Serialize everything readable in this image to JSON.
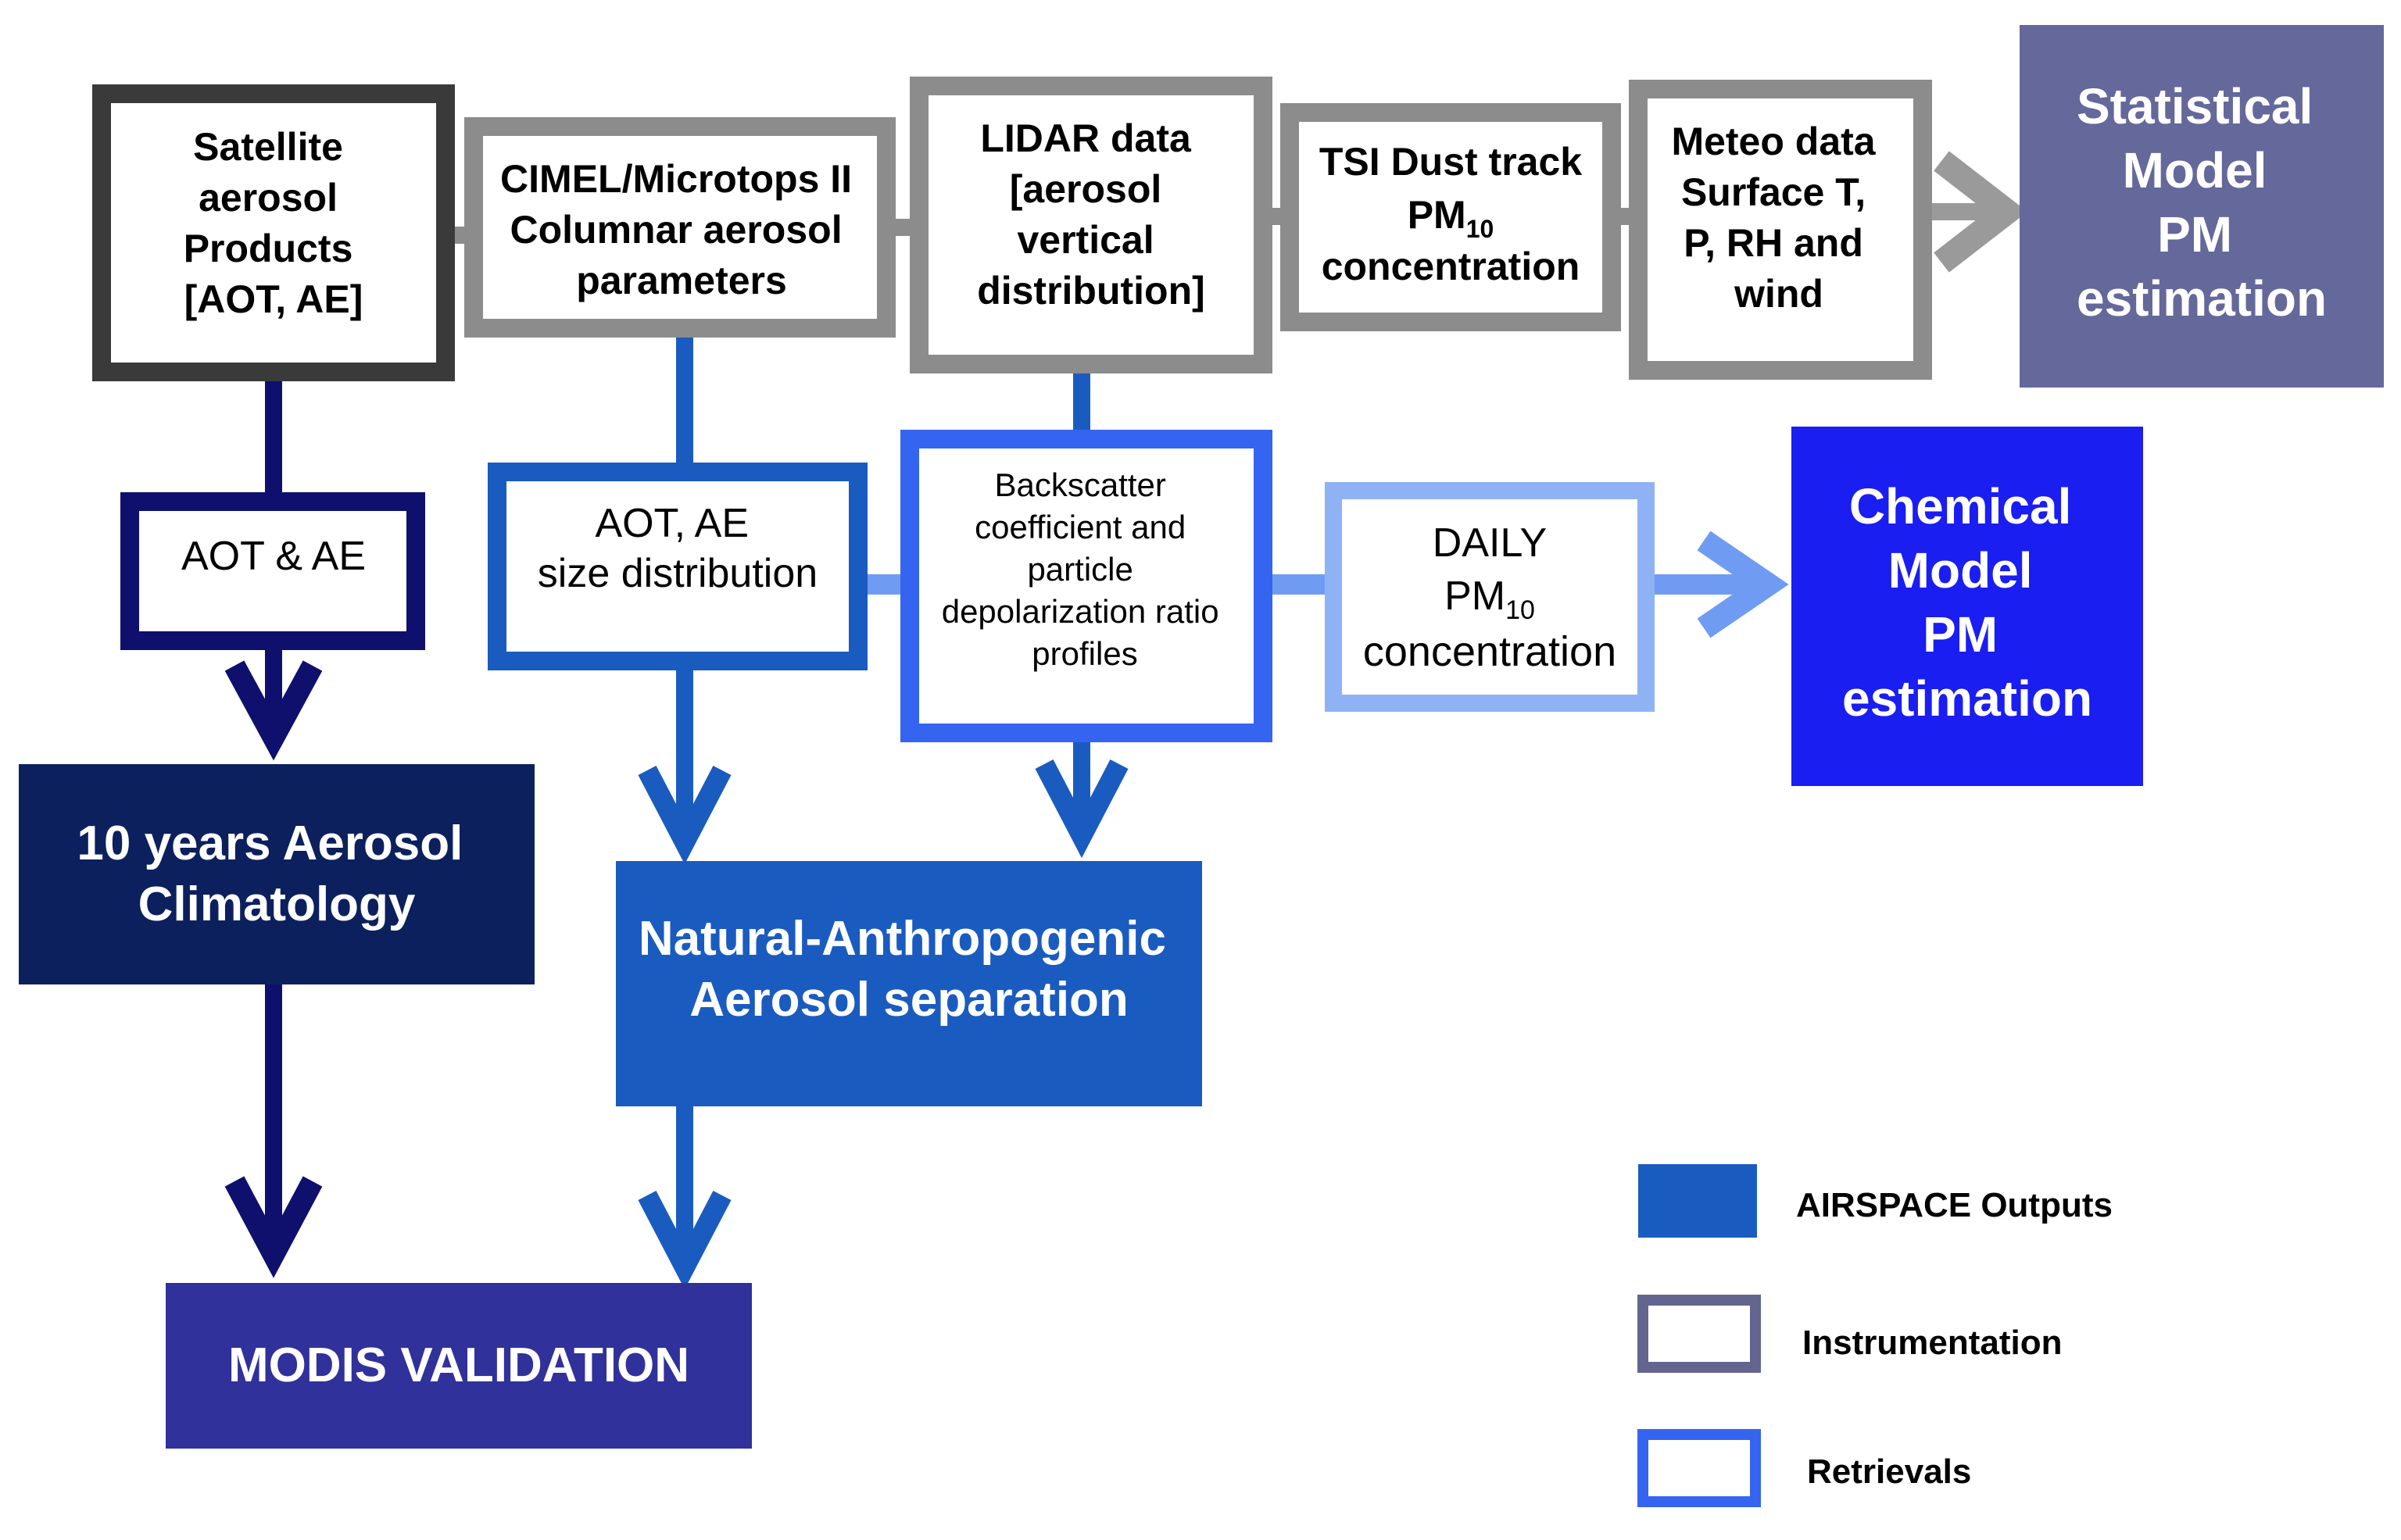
{
  "instruments": {
    "satellite": {
      "lines": [
        "Satellite",
        "aerosol",
        "Products",
        "[AOT, AE]"
      ]
    },
    "cimel": {
      "lines": [
        "CIMEL/Microtops II",
        "Columnar aerosol",
        "parameters"
      ]
    },
    "lidar": {
      "lines": [
        "LIDAR data",
        "[aerosol",
        "vertical",
        "distribution]"
      ]
    },
    "tsi": {
      "line1": "TSI Dust track",
      "pm": "PM",
      "sub": "10",
      "line3": "concentration"
    },
    "meteo": {
      "lines": [
        "Meteo data",
        "Surface T,",
        "P, RH and",
        "wind"
      ]
    }
  },
  "retrievals": {
    "aot_ae": {
      "lines": [
        "AOT & AE"
      ]
    },
    "aot_size": {
      "lines": [
        "AOT, AE",
        "size distribution"
      ]
    },
    "backscatter": {
      "lines": [
        "Backscatter",
        "coefficient and",
        "particle",
        "depolarization ratio",
        "profiles"
      ]
    },
    "daily": {
      "line1": "DAILY",
      "pm": "PM",
      "sub": "10",
      "line3": "concentration"
    }
  },
  "outputs": {
    "statistical": {
      "lines": [
        "Statistical",
        "Model",
        "PM",
        "estimation"
      ]
    },
    "chemical": {
      "lines": [
        "Chemical",
        "Model",
        "PM",
        "estimation"
      ]
    },
    "climatology": {
      "lines": [
        "10 years Aerosol",
        "Climatology"
      ]
    },
    "separation": {
      "lines": [
        "Natural-Anthropogenic",
        "Aerosol separation"
      ]
    },
    "modis": {
      "lines": [
        "MODIS VALIDATION"
      ]
    }
  },
  "legend": {
    "outputs": "AIRSPACE Outputs",
    "instrumentation": "Instrumentation",
    "retrievals": "Retrievals"
  },
  "colors": {
    "satellite_border": "#3a3a3a",
    "instrument_border": "#8c8c8c",
    "statistical_fill": "#65689a",
    "navy_arrow": "#0f0f6e",
    "climatology_fill": "#0c205e",
    "modis_fill": "#30319a",
    "mid_blue": "#1a5bc0",
    "retrieval_border": "#3565f0",
    "light_blue": "#6f9cf2",
    "daily_border": "#8fb2f5",
    "chemical_fill": "#1a1ef0",
    "legend_output": "#1a5bc0",
    "legend_instrument": "#63658f",
    "legend_retrieval": "#3565f0"
  }
}
